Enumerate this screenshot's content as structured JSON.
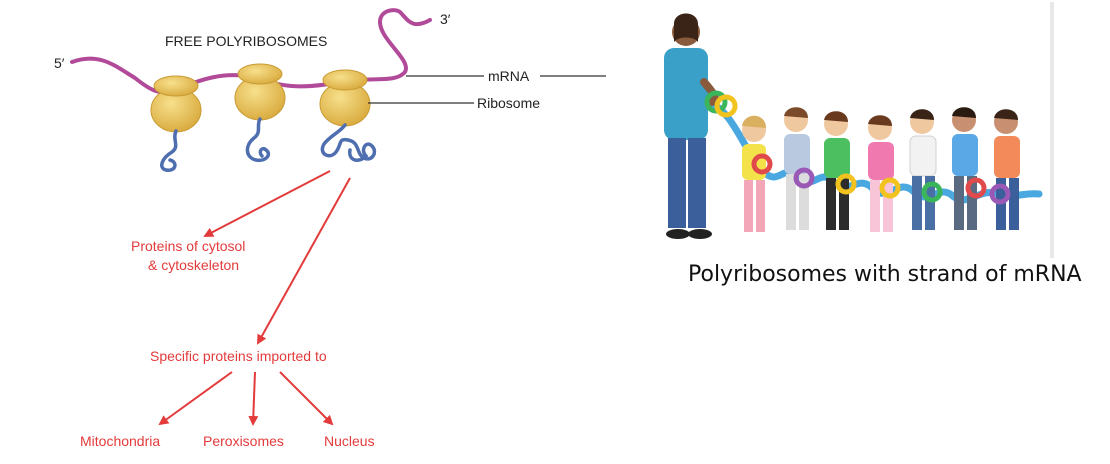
{
  "diagram": {
    "title": "FREE POLYRIBOSOMES",
    "five_prime": "5′",
    "three_prime": "3′",
    "mrna_label": "mRNA",
    "ribosome_label": "Ribosome",
    "cytosol_line1": "Proteins of cytosol",
    "cytosol_line2": "& cytoskeleton",
    "imported_label": "Specific proteins imported to",
    "targets": [
      "Mitochondria",
      "Peroxisomes",
      "Nucleus"
    ]
  },
  "photo": {
    "caption": "Polyribosomes with strand of mRNA"
  },
  "colors": {
    "mrna": "#b24a9a",
    "ribosome": "#e8c45a",
    "protein": "#4f6eb0",
    "arrow": "#e33b3b",
    "text_red": "#e33b3b"
  }
}
